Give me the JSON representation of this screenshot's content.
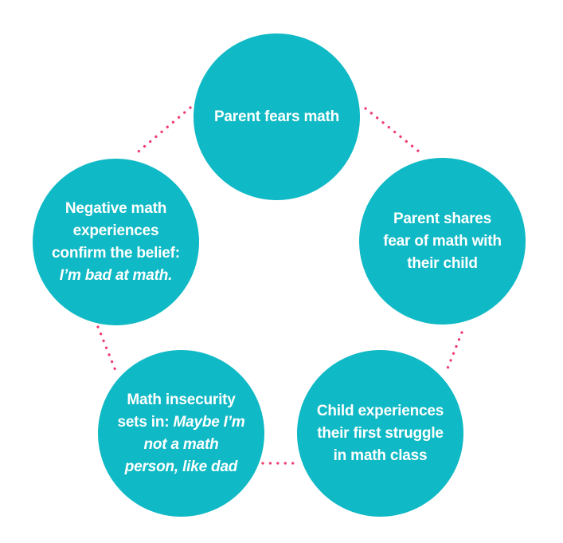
{
  "diagram": {
    "type": "cycle",
    "colors": {
      "circle": "#0fb9c5",
      "connector_dots": "#ee3e70",
      "text": "#ffffff",
      "background": "#ffffff"
    },
    "nodes": [
      {
        "id": "parent-fears-math",
        "position": "top",
        "lines": [
          [
            {
              "text": "Parent fears math",
              "italic": false
            }
          ]
        ]
      },
      {
        "id": "parent-shares-fear",
        "position": "right",
        "lines": [
          [
            {
              "text": "Parent shares",
              "italic": false
            }
          ],
          [
            {
              "text": "fear of math with",
              "italic": false
            }
          ],
          [
            {
              "text": "their child",
              "italic": false
            }
          ]
        ]
      },
      {
        "id": "child-first-struggle",
        "position": "bottom-right",
        "lines": [
          [
            {
              "text": "Child experiences",
              "italic": false
            }
          ],
          [
            {
              "text": "their first struggle",
              "italic": false
            }
          ],
          [
            {
              "text": "in math class",
              "italic": false
            }
          ]
        ]
      },
      {
        "id": "math-insecurity-sets-in",
        "position": "bottom-left",
        "lines": [
          [
            {
              "text": "Math insecurity",
              "italic": false
            }
          ],
          [
            {
              "text": "sets in: ",
              "italic": false
            },
            {
              "text": "Maybe I’m",
              "italic": true
            }
          ],
          [
            {
              "text": "not a math",
              "italic": true
            }
          ],
          [
            {
              "text": "person, like dad",
              "italic": true
            }
          ]
        ]
      },
      {
        "id": "negative-experiences-confirm-belief",
        "position": "left",
        "lines": [
          [
            {
              "text": "Negative math",
              "italic": false
            }
          ],
          [
            {
              "text": "experiences",
              "italic": false
            }
          ],
          [
            {
              "text": "confirm the belief:",
              "italic": false
            }
          ],
          [
            {
              "text": "I’m bad at math.",
              "italic": true
            }
          ]
        ]
      }
    ],
    "connections": [
      {
        "from": "parent-fears-math",
        "to": "negative-experiences-confirm-belief"
      },
      {
        "from": "parent-fears-math",
        "to": "parent-shares-fear"
      },
      {
        "from": "negative-experiences-confirm-belief",
        "to": "math-insecurity-sets-in"
      },
      {
        "from": "parent-shares-fear",
        "to": "child-first-struggle"
      },
      {
        "from": "math-insecurity-sets-in",
        "to": "child-first-struggle"
      }
    ]
  }
}
